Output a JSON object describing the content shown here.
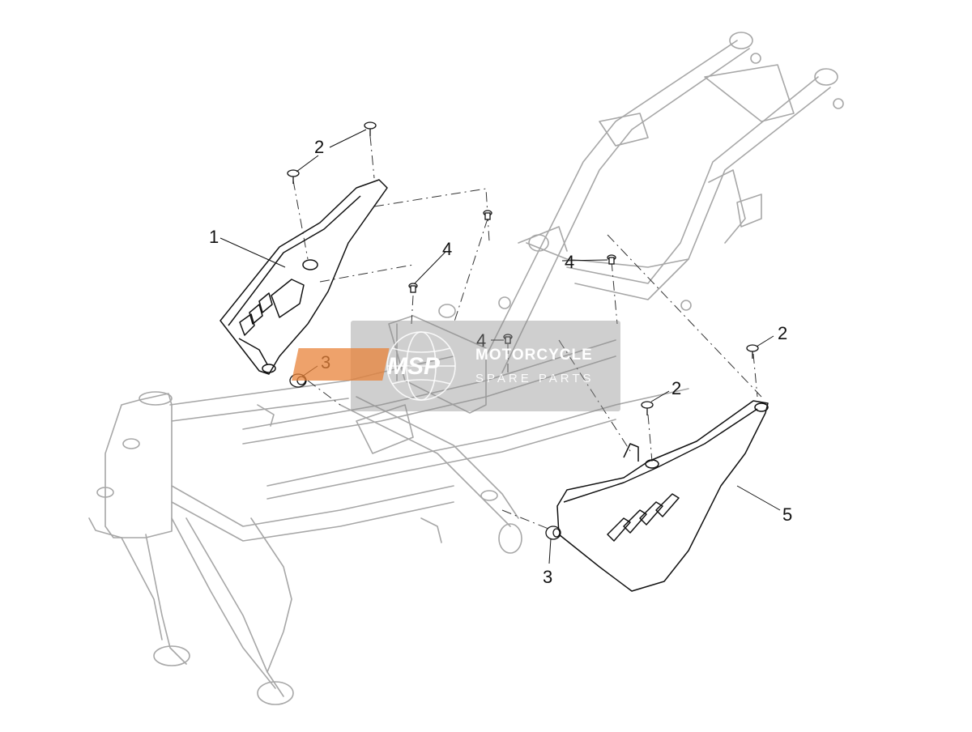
{
  "diagram": {
    "callouts": {
      "c1": "1",
      "c2a": "2",
      "c2b": "2",
      "c2c": "2",
      "c3a": "3",
      "c3b": "3",
      "c4a": "4",
      "c4b": "4",
      "c4c": "4",
      "c5": "5"
    },
    "watermark": {
      "logo": "MSP",
      "line1": "MOTORCYCLE",
      "line2": "SPARE PARTS"
    }
  },
  "colors": {
    "frame_stroke": "#a7a7a7",
    "part_stroke": "#111111",
    "watermark_bg": "#8c8c8c",
    "watermark_accent": "#e8833a"
  }
}
